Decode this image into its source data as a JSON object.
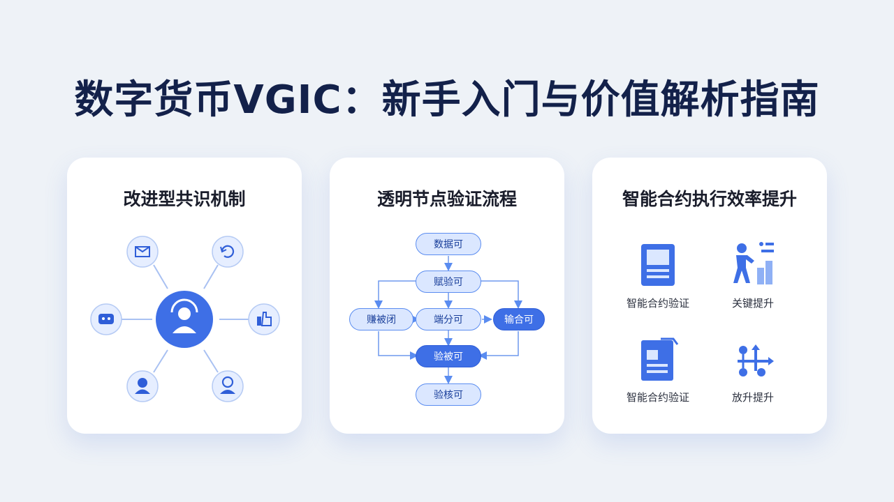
{
  "title": "数字货币VGIC：新手入门与价值解析指南",
  "colors": {
    "accent": "#3e6fe6",
    "accent_light": "#dbe7ff",
    "title": "#13214a",
    "background": "#eef2f7"
  },
  "cards": [
    {
      "title": "改进型共识机制",
      "center_icon": "user-node-icon",
      "nodes": [
        "mail-icon",
        "refresh-icon",
        "chat-icon",
        "hand-icon",
        "user-icon",
        "coin-user-icon"
      ]
    },
    {
      "title": "透明节点验证流程",
      "pills": [
        "数据可",
        "赋验可",
        "赚被闭",
        "端分可",
        "输合可",
        "验被可",
        "验核可"
      ]
    },
    {
      "title": "智能合约执行效率提升",
      "features": [
        {
          "label": "智能合约验证",
          "icon": "document-icon"
        },
        {
          "label": "关键提升",
          "icon": "person-chart-icon"
        },
        {
          "label": "智能合约验证",
          "icon": "contract-icon"
        },
        {
          "label": "放升提升",
          "icon": "flow-arrows-icon"
        }
      ]
    }
  ]
}
